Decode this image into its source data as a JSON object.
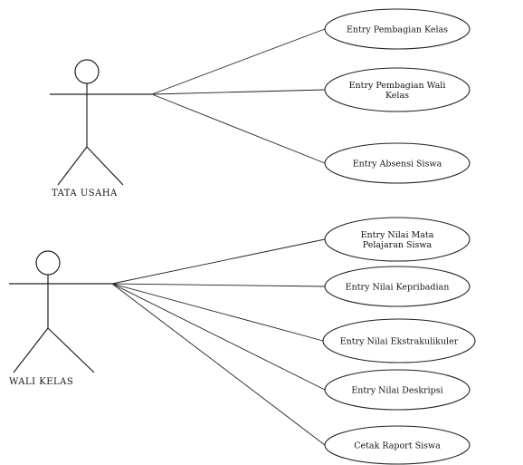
{
  "diagram": {
    "type": "use-case",
    "colors": {
      "line": "#222222",
      "background": "#ffffff"
    },
    "actors": [
      {
        "id": "tata-usaha",
        "label": "TATA USAHA",
        "use_cases": [
          {
            "lines": [
              "Entry Pembagian Kelas"
            ]
          },
          {
            "lines": [
              "Entry Pembagian Wali",
              "Kelas"
            ]
          },
          {
            "lines": [
              "Entry Absensi Siswa"
            ]
          }
        ]
      },
      {
        "id": "wali-kelas",
        "label": "WALI KELAS",
        "use_cases": [
          {
            "lines": [
              "Entry Nilai Mata",
              "Pelajaran Siswa"
            ]
          },
          {
            "lines": [
              "Entry Nilai Kepribadian"
            ]
          },
          {
            "lines": [
              "Entry Nilai Ekstrakulikuler"
            ]
          },
          {
            "lines": [
              "Entry Nilai Deskripsi"
            ]
          },
          {
            "lines": [
              "Cetak Raport Siswa"
            ]
          }
        ]
      }
    ]
  }
}
